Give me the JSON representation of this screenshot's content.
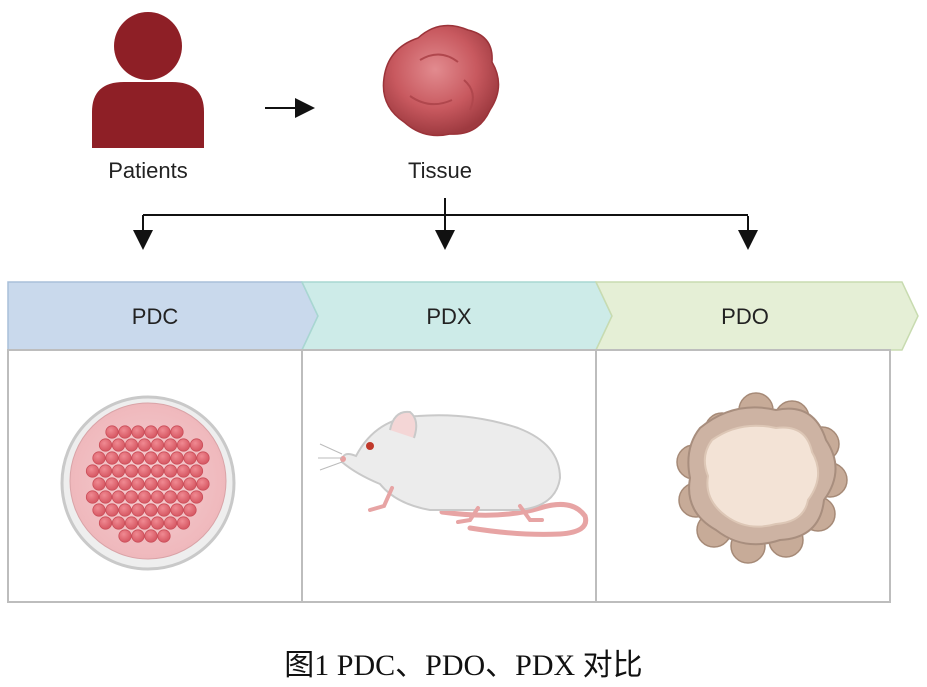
{
  "sources": {
    "patients_label": "Patients",
    "tissue_label": "Tissue",
    "patient_icon": "person-icon",
    "tissue_icon": "tissue-blob-icon"
  },
  "models": [
    {
      "label": "PDC",
      "color": "#c9d9ec",
      "border": "#a9bfd9",
      "illustration": "petri-dish-cells-icon"
    },
    {
      "label": "PDX",
      "color": "#cdebe8",
      "border": "#a8d7d1",
      "illustration": "mouse-icon"
    },
    {
      "label": "PDO",
      "color": "#e5efd6",
      "border": "#c8dbb0",
      "illustration": "organoid-icon"
    }
  ],
  "caption": "图1 PDC、PDO、PDX 对比",
  "colors": {
    "patient": "#8e1f26",
    "tissue": "#c8595f",
    "arrow": "#111111",
    "panel_border": "#bdbdbd"
  }
}
